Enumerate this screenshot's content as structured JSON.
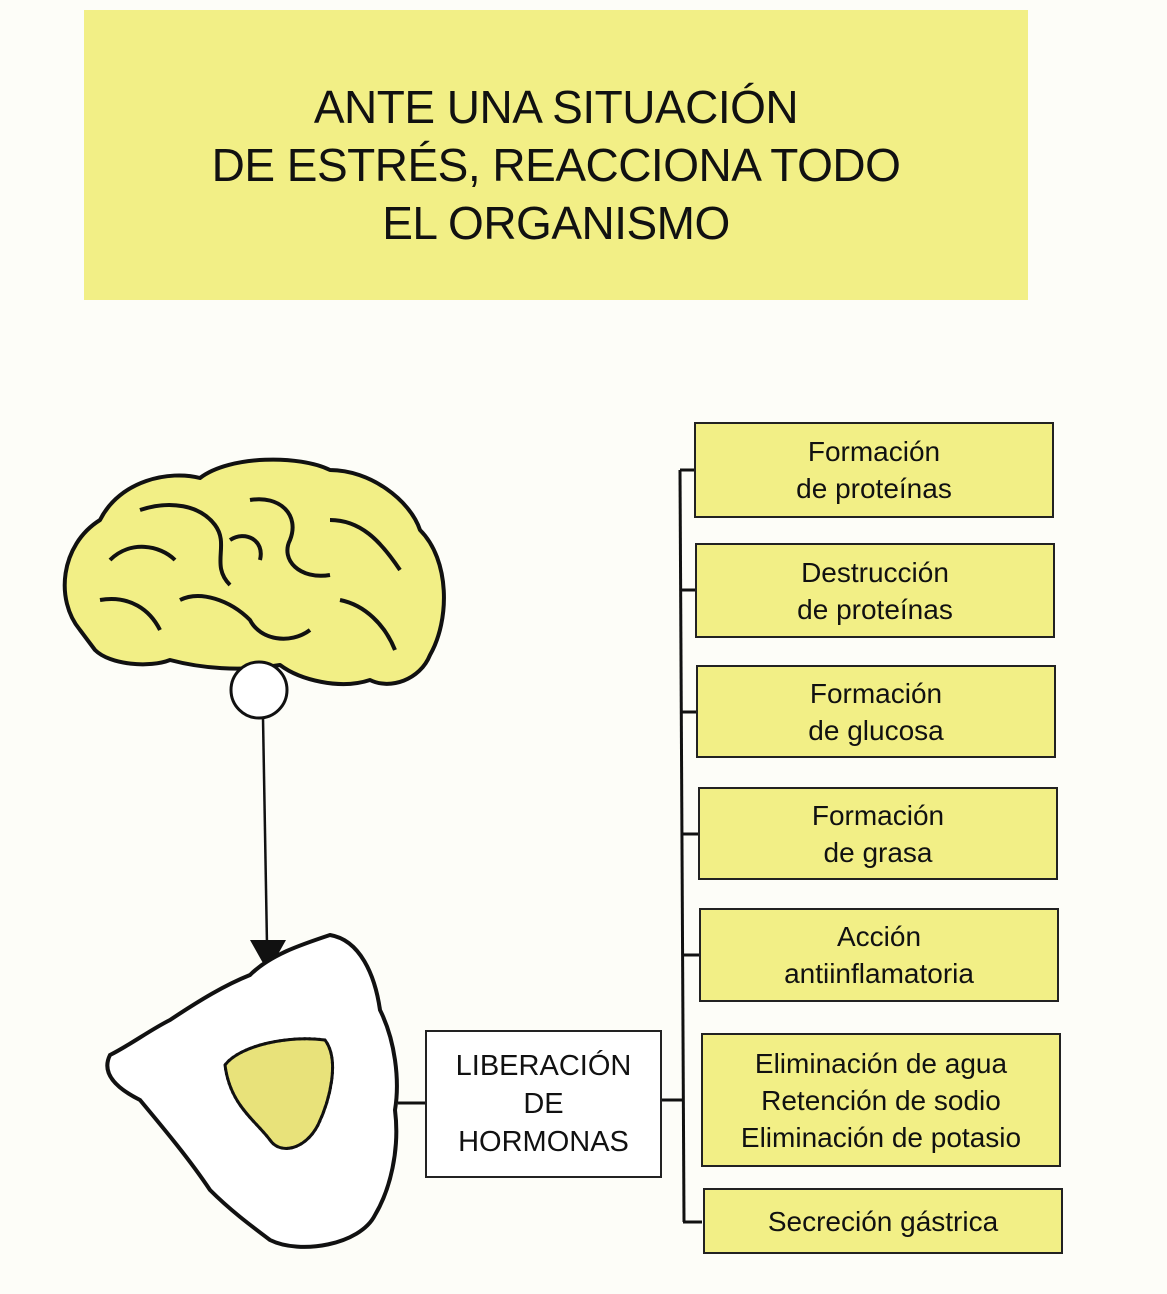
{
  "title": {
    "lines": [
      "ANTE UNA SITUACIÓN",
      "DE ESTRÉS, REACCIONA TODO",
      "EL ORGANISMO"
    ]
  },
  "center_box": {
    "lines": [
      "LIBERACIÓN",
      "DE",
      "HORMONAS"
    ]
  },
  "effects": [
    {
      "lines": [
        "Formación",
        "de proteínas"
      ]
    },
    {
      "lines": [
        "Destrucción",
        "de proteínas"
      ]
    },
    {
      "lines": [
        "Formación",
        "de glucosa"
      ]
    },
    {
      "lines": [
        "Formación",
        "de grasa"
      ]
    },
    {
      "lines": [
        "Acción",
        "antiinflamatoria"
      ]
    },
    {
      "lines": [
        "Eliminación de agua",
        "Retención de sodio",
        "Eliminación de potasio"
      ]
    },
    {
      "lines": [
        "Secreción gástrica"
      ]
    }
  ],
  "colors": {
    "yellow": "#f2ef86",
    "line": "#111111"
  }
}
